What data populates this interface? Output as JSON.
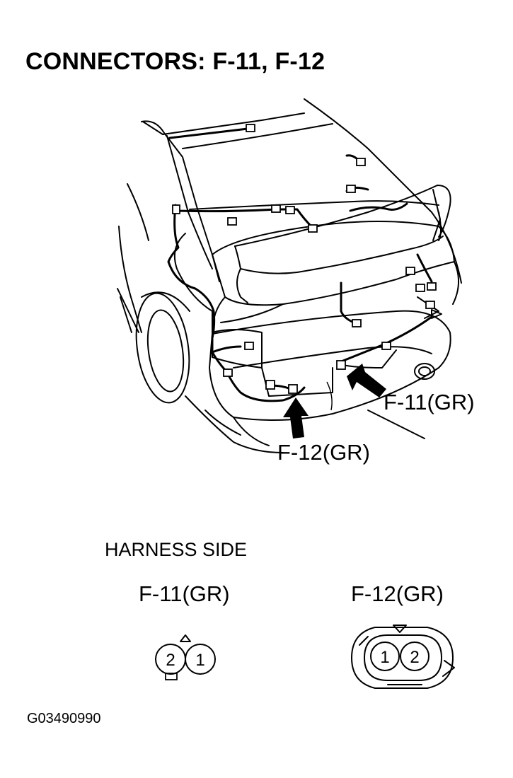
{
  "title": "CONNECTORS: F-11, F-12",
  "callouts": {
    "f11": "F-11(GR)",
    "f12": "F-12(GR)"
  },
  "harness_side": "HARNESS SIDE",
  "connectors": [
    {
      "label": "F-11(GR)",
      "pins": [
        "2",
        "1"
      ]
    },
    {
      "label": "F-12(GR)",
      "pins": [
        "1",
        "2"
      ]
    }
  ],
  "figure_code": "G03490990"
}
